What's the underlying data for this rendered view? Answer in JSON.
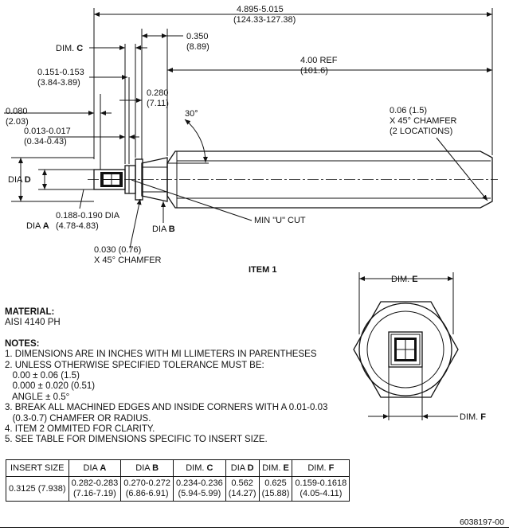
{
  "dims": {
    "overall": "4.895-5.015",
    "overall_mm": "(124.33-127.38)",
    "d0350": "0.350",
    "d0350_mm": "(8.89)",
    "dimc_label": "DIM.",
    "dimc_letter": "C",
    "ref": "4.00 REF",
    "ref_mm": "(101.6)",
    "d0151": "0.151-0.153",
    "d0151_mm": "(3.84-3.89)",
    "d0280": "0.280",
    "d0280_mm": "(7.11)",
    "d0080": "0.080",
    "d0080_mm": "(2.03)",
    "angle": "30°",
    "chamfer_right_1": "0.06 (1.5)",
    "chamfer_right_2": "X 45° CHAMFER",
    "chamfer_right_3": "(2 LOCATIONS)",
    "d0013": "0.013-0.017",
    "d0013_mm": "(0.34-0.43)",
    "diad_label": "DIA",
    "diad_letter": "D",
    "d0188": "0.188-0.190 DIA",
    "d0188_mm": "(4.78-4.83)",
    "diaa_label": "DIA",
    "diaa_letter": "A",
    "ucut": "MIN \"U\" CUT",
    "diab_label": "DIA",
    "diab_letter": "B",
    "chamfer_left_1": "0.030 (0.76)",
    "chamfer_left_2": "X 45° CHAMFER",
    "item": "ITEM 1",
    "dime_label": "DIM.",
    "dime_letter": "E",
    "dimf_label": "DIM.",
    "dimf_letter": "F"
  },
  "material": {
    "heading": "MATERIAL:",
    "value": "AISI 4140 PH"
  },
  "notes": {
    "heading": "NOTES:",
    "lines": [
      "1. DIMENSIONS ARE IN INCHES WITH MI LLIMETERS IN PARENTHESES",
      "2. UNLESS OTHERWISE SPECIFIED TOLERANCE MUST BE:",
      "   0.00 ± 0.06 (1.5)",
      "   0.000 ± 0.020 (0.51)",
      "   ANGLE ± 0.5°",
      "3. BREAK ALL MACHINED EDGES AND INSIDE CORNERS WITH A 0.01-0.03",
      "   (0.3-0.7) CHAMFER OR RADIUS.",
      "4. ITEM 2 OMMITED FOR CLARITY.",
      "5. SEE TABLE FOR DIMENSIONS SPECIFIC TO INSERT SIZE."
    ]
  },
  "table": {
    "headers": [
      "INSERT SIZE",
      "DIA A",
      "DIA B",
      "DIM. C",
      "DIA D",
      "DIM. E",
      "DIM. F"
    ],
    "rows": [
      [
        "0.3125 (7.938)",
        "0.282-0.283\n(7.16-7.19)",
        "0.270-0.272\n(6.86-6.91)",
        "0.234-0.236\n(5.94-5.99)",
        "0.562\n(14.27)",
        "0.625\n(15.88)",
        "0.159-0.1618\n(4.05-4.11)"
      ]
    ]
  },
  "doc_number": "6038197-00"
}
